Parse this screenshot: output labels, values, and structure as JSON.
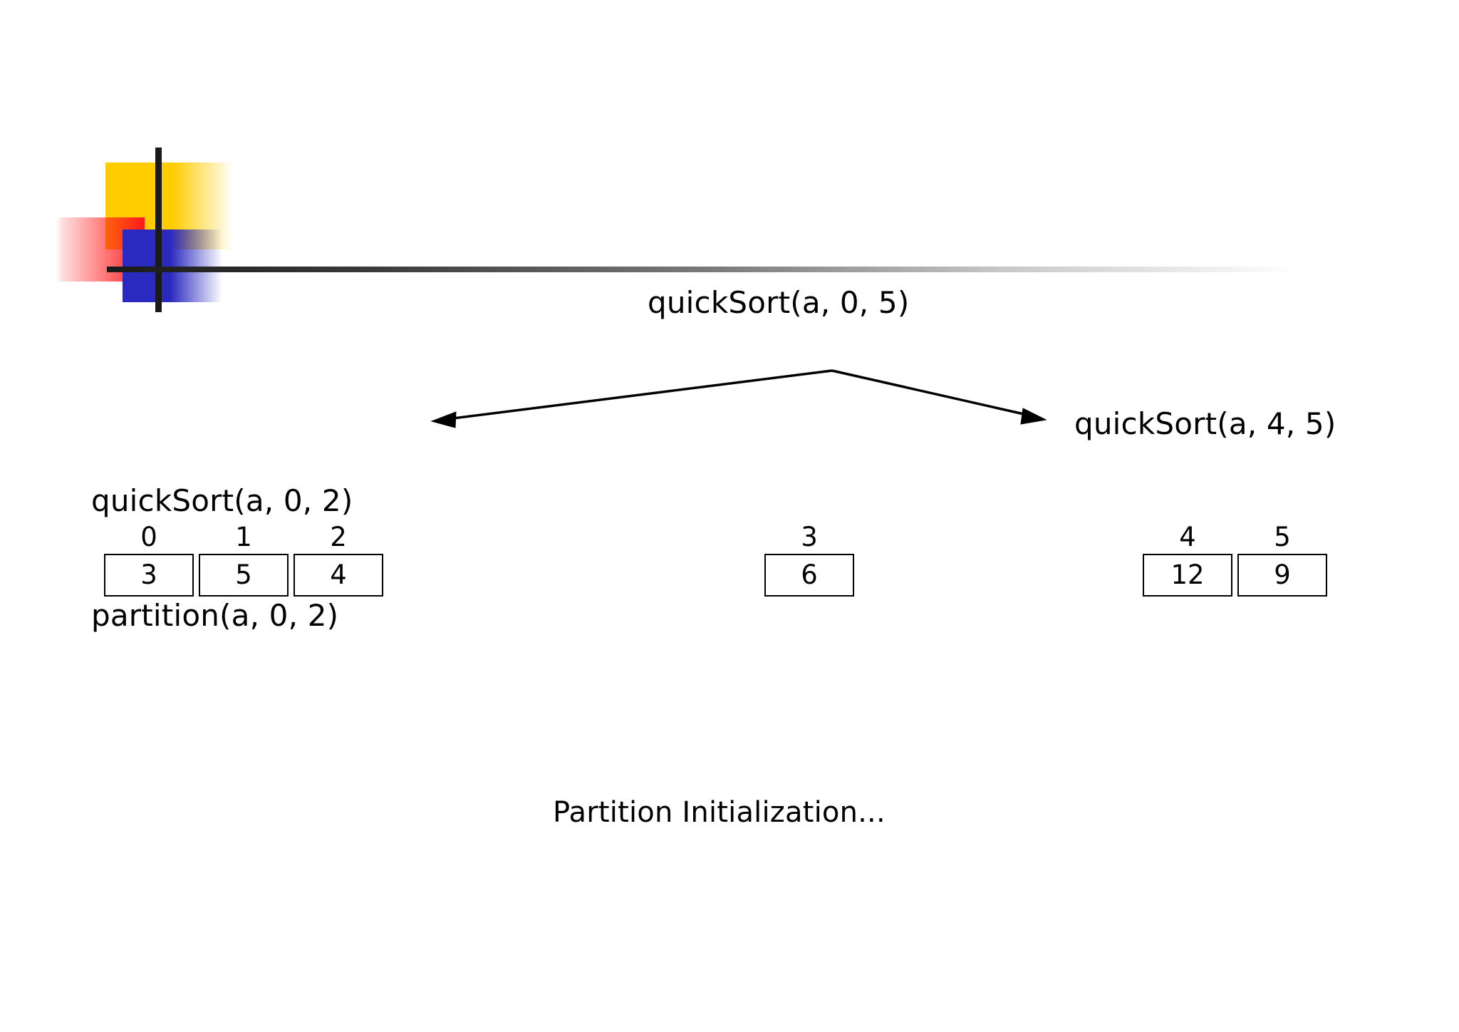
{
  "slide": {
    "background_color": "#ffffff",
    "text_color": "#000000"
  },
  "logo": {
    "name": "powerpoint-design-logo",
    "yellow_color": "#FFCC00",
    "red_color": "#FF1A1A",
    "blue_color": "#2A2AC0",
    "bar_color": "#1A1A1A"
  },
  "header": {
    "root_call": "quickSort(a, 0, 5)"
  },
  "tree": {
    "left_branch": {
      "line1": "quickSort(a, 0, 2)",
      "line2": "partition(a, 0, 2)"
    },
    "right_branch": {
      "line1": "quickSort(a, 4, 5)"
    },
    "left_arrow": "arrow-to-left-branch",
    "right_arrow": "arrow-to-right-branch"
  },
  "arrays": {
    "left_partition": {
      "indices": [
        "0",
        "1",
        "2"
      ],
      "values": [
        "3",
        "5",
        "4"
      ]
    },
    "pivot_partition": {
      "indices": [
        "3"
      ],
      "values": [
        "6"
      ]
    },
    "right_partition": {
      "indices": [
        "4",
        "5"
      ],
      "values": [
        "12",
        "9"
      ]
    }
  },
  "caption": {
    "text": "Partition Initialization..."
  }
}
